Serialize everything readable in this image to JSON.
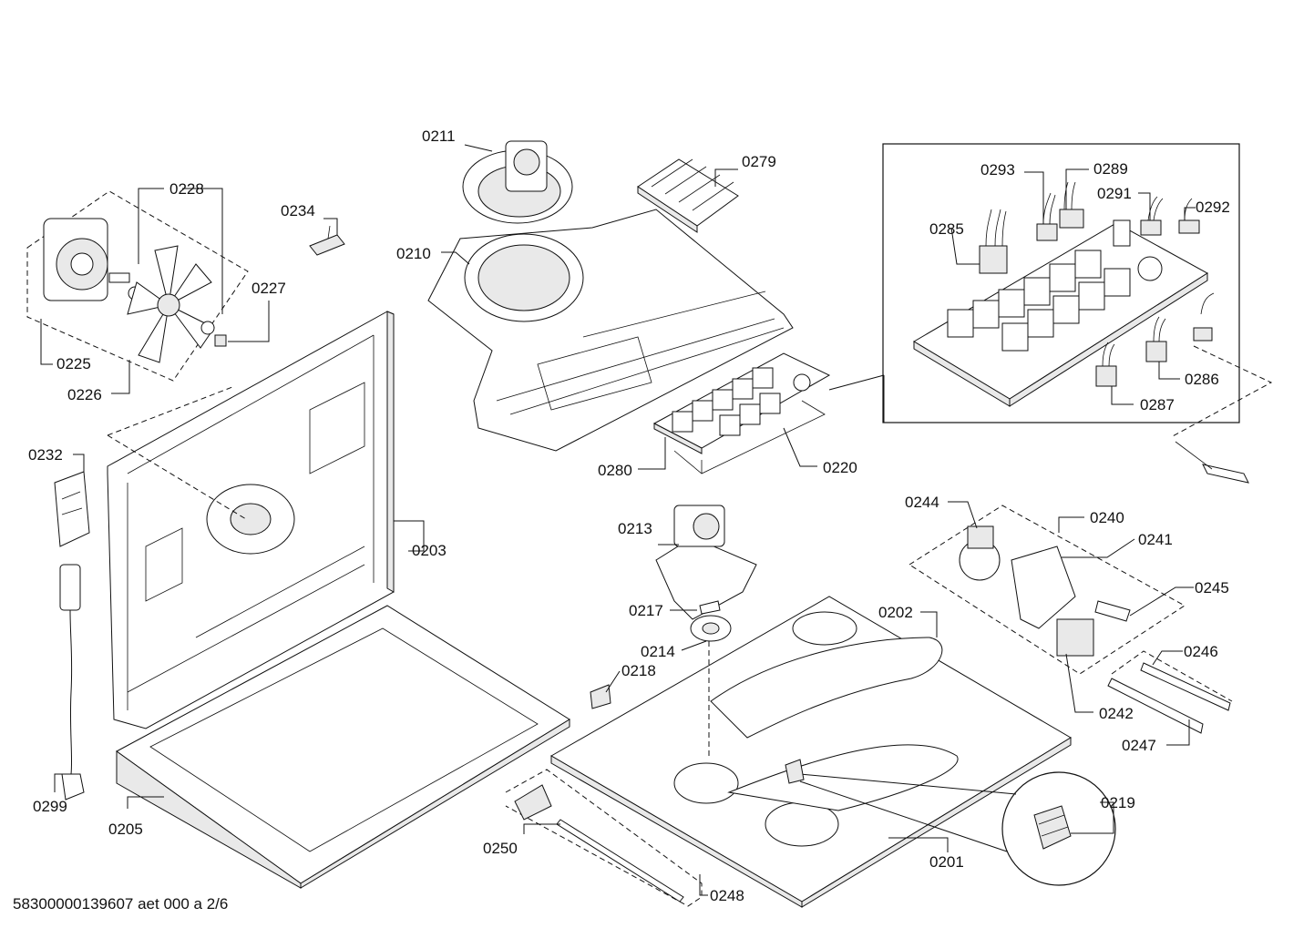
{
  "footer": "58300000139607 aet 000 a 2/6",
  "labels": {
    "p0211": "0211",
    "p0279": "0279",
    "p0228": "0228",
    "p0234": "0234",
    "p0210": "0210",
    "p0227": "0227",
    "p0225": "0225",
    "p0226": "0226",
    "p0293": "0293",
    "p0289": "0289",
    "p0291": "0291",
    "p0292": "0292",
    "p0285": "0285",
    "p0286": "0286",
    "p0287": "0287",
    "p0280": "0280",
    "p0220": "0220",
    "p0232": "0232",
    "p0203": "0203",
    "p0213": "0213",
    "p0244": "0244",
    "p0240": "0240",
    "p0241": "0241",
    "p0245": "0245",
    "p0217": "0217",
    "p0202": "0202",
    "p0214": "0214",
    "p0218": "0218",
    "p0246": "0246",
    "p0242": "0242",
    "p0247": "0247",
    "p0219": "0219",
    "p0299": "0299",
    "p0205": "0205",
    "p0250": "0250",
    "p0201": "0201",
    "p0248": "0248"
  }
}
